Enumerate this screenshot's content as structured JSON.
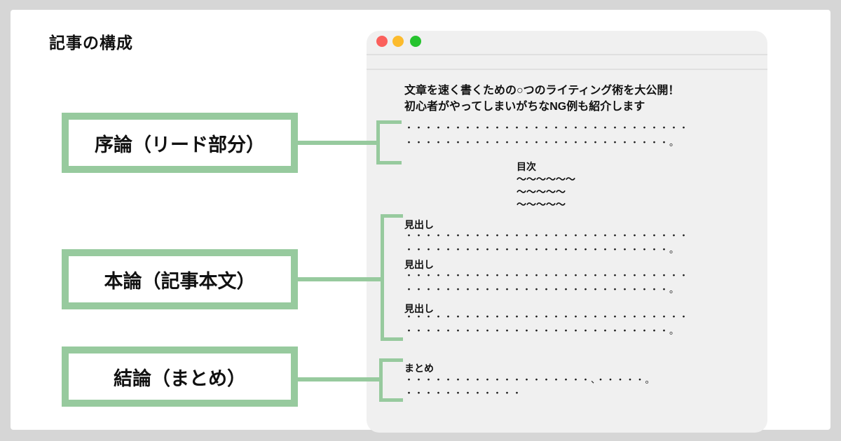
{
  "page": {
    "title": "記事の構成"
  },
  "colors": {
    "accent_green": "#97CA9E",
    "frame_gray": "#D6D6D6",
    "page_white": "#FFFFFF",
    "window_bg": "#F0F0F0",
    "divider_gray": "#E0E0E0",
    "traffic_red": "#FB605C",
    "traffic_yellow": "#FCBB2D",
    "traffic_green": "#26C32E",
    "text_black": "#111111"
  },
  "structure_labels": [
    {
      "id": "intro",
      "text": "序論（リード部分）"
    },
    {
      "id": "body",
      "text": "本論（記事本文）"
    },
    {
      "id": "conclusion",
      "text": "結論（まとめ）"
    }
  ],
  "browser": {
    "traffic_lights": [
      "close",
      "minimize",
      "zoom"
    ],
    "article": {
      "title_line1": "文章を速く書くための○つのライティング術を大公開！",
      "title_line2": "初心者がやってしまいがちなNG例も紹介します",
      "lead_dots_line1": "・・・・・・・・・・・・・・・・・・・・・・・・・・・・・",
      "lead_dots_line2": "・・・・・・・・・・・・・・・・・・・・・・・・・・・。",
      "toc": {
        "label": "目次",
        "line1": "～～～～～～",
        "line2": "～～～～～",
        "line3": "～～～～～"
      },
      "sections": [
        {
          "heading": "見出し",
          "dots_line1": "・・・・・・・・・・・・・・・・・・・・・・・・・・・・・",
          "dots_line2": "・・・・・・・・・・・・・・・・・・・・・・・・・・・。"
        },
        {
          "heading": "見出し",
          "dots_line1": "・・・・・・・・・・・・・・・・・・・・・・・・・・・・・",
          "dots_line2": "・・・・・・・・・・・・・・・・・・・・・・・・・・・。"
        },
        {
          "heading": "見出し",
          "dots_line1": "・・・・・・・・・・・・・・・・・・・・・・・・・・・・・",
          "dots_line2": "・・・・・・・・・・・・・・・・・・・・・・・・・・・。"
        }
      ],
      "summary": {
        "heading": "まとめ",
        "dots_line1": "・・・・・・・・・・・・・・・・・・・、・・・・・。",
        "dots_line2": "・・・・・・・・・・・・"
      }
    }
  }
}
